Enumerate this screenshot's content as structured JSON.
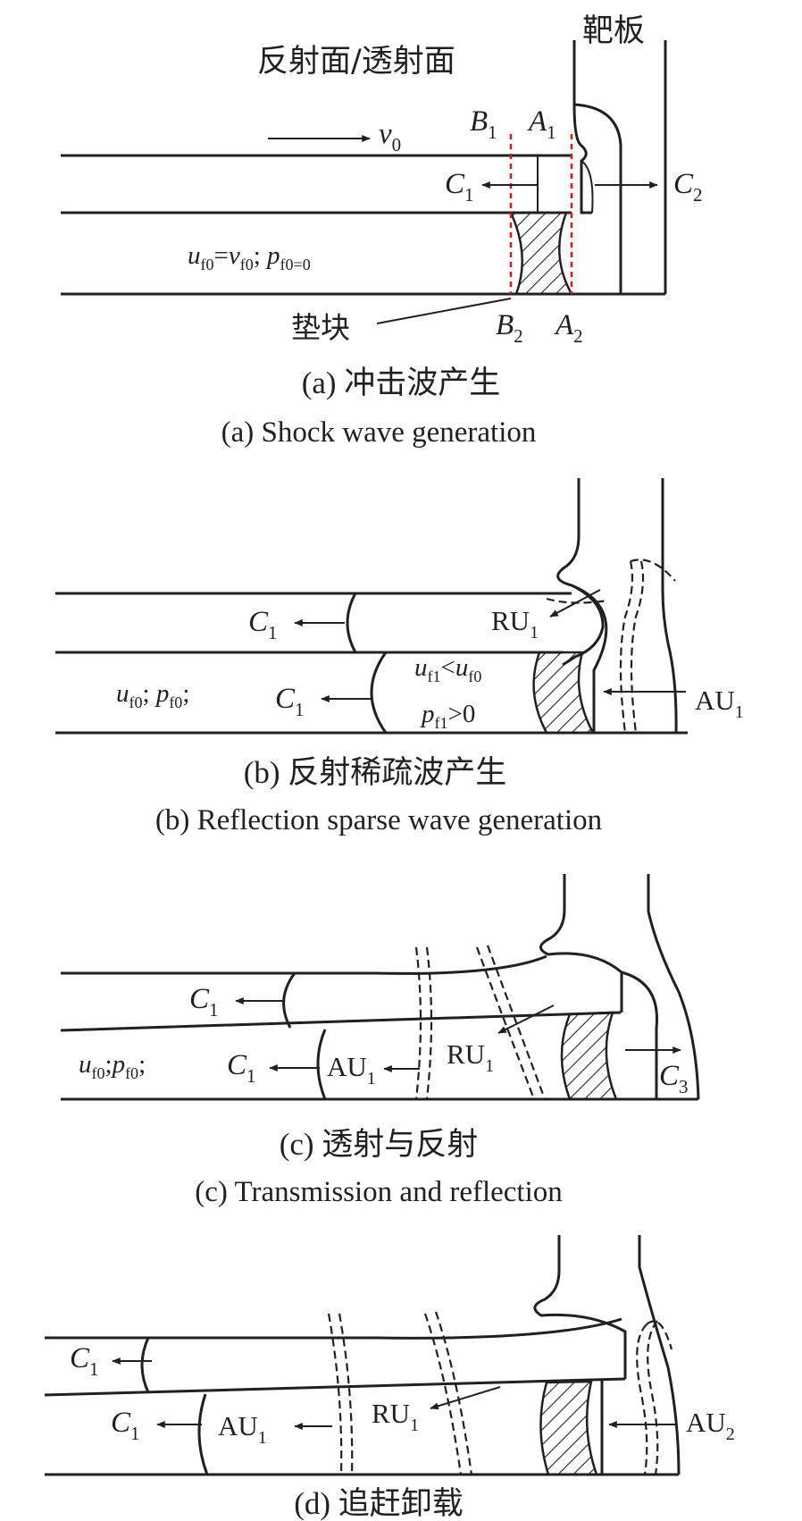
{
  "panel_a": {
    "top_label": "反射面/透射面",
    "plate_label": "靶板",
    "v0": "v",
    "v0_sub": "0",
    "B1": "B",
    "B1_sub": "1",
    "A1": "A",
    "A1_sub": "1",
    "C1": "C",
    "C1_sub": "1",
    "C2": "C",
    "C2_sub": "2",
    "uf0": "u",
    "uf0_sub": "f0",
    "eq": "=",
    "vf0": "v",
    "vf0_sub": "f0",
    "semi": "; ",
    "pf0": "p",
    "pf0_sub": "f0=0",
    "pad_label": "垫块",
    "B2": "B",
    "B2_sub": "2",
    "A2": "A",
    "A2_sub": "2",
    "caption_cn": "(a) 冲击波产生",
    "caption_en": "(a) Shock wave generation"
  },
  "panel_b": {
    "C1_top": "C",
    "C1_top_sub": "1",
    "RU1": "RU",
    "RU1_sub": "1",
    "uf0": "u",
    "uf0_sub": "f0",
    "semi1": "; ",
    "pf0": "p",
    "pf0_sub": "f0",
    "semi2": ";",
    "C1_bot": "C",
    "C1_bot_sub": "1",
    "uf1": "u",
    "uf1_sub": "f1",
    "lt": "<",
    "uf0b": "u",
    "uf0b_sub": "f0",
    "pf1": "p",
    "pf1_sub": "f1",
    "gt0": ">0",
    "AU1": "AU",
    "AU1_sub": "1",
    "caption_cn": "(b) 反射稀疏波产生",
    "caption_en": "(b) Reflection sparse wave generation"
  },
  "panel_c": {
    "C1_top": "C",
    "C1_top_sub": "1",
    "uf0": "u",
    "uf0_sub": "f0",
    "semi1": ";",
    "pf0": "p",
    "pf0_sub": "f0",
    "semi2": ";",
    "C1_bot": "C",
    "C1_bot_sub": "1",
    "AU1": "AU",
    "AU1_sub": "1",
    "RU1": "RU",
    "RU1_sub": "1",
    "C3": "C",
    "C3_sub": "3",
    "caption_cn": "(c) 透射与反射",
    "caption_en": "(c) Transmission and reflection"
  },
  "panel_d": {
    "C1_top": "C",
    "C1_top_sub": "1",
    "C1_bot": "C",
    "C1_bot_sub": "1",
    "AU1": "AU",
    "AU1_sub": "1",
    "RU1": "RU",
    "RU1_sub": "1",
    "AU2": "AU",
    "AU2_sub": "2",
    "caption_cn": "(d) 追赶卸载"
  },
  "colors": {
    "line": "#231f20",
    "interface": "#d7191c",
    "background": "#ffffff"
  }
}
